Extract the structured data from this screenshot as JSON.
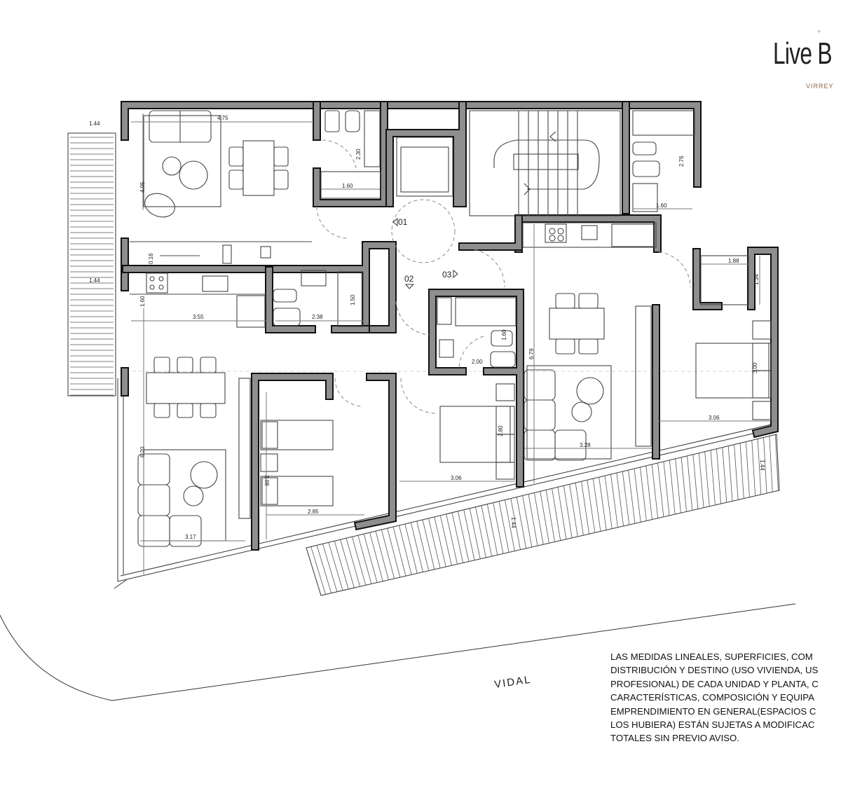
{
  "logo": {
    "text": "Live B",
    "subtitle": "VIRREY",
    "accent_color": "#b08a6a"
  },
  "street": {
    "name": "VIDAL"
  },
  "markers": {
    "m01": "01",
    "m02": "02",
    "m03": "03"
  },
  "dimensions": {
    "balcony_left_top": "1.44",
    "living_width": "4.75",
    "living_depth": "4.05",
    "bath1_depth": "2.30",
    "bath1_width": "1.60",
    "bath_right_depth": "2.76",
    "bath_right_width": "1.60",
    "counter_gap": "0.16",
    "balcony_left_mid": "1.44",
    "kitchen2_depth": "1.60",
    "kitchen2_width": "3.55",
    "bath2_width": "2.38",
    "bath2_depth": "1.50",
    "bath3_depth": "1.60",
    "bath3_width": "2.00",
    "living3_depth": "6.79",
    "laundry_width": "1.88",
    "laundry_depth": "1.34",
    "bedroom3_depth": "3.00",
    "bedroom3_width": "3.06",
    "living3_width": "3.28",
    "bedroom2_depth": "2.80",
    "bedroom2_width": "3.06",
    "living2_depth": "6.20",
    "bedroom1_depth": "3.98",
    "bedroom1_width": "2.85",
    "living2_width": "3.17",
    "balcony_right": "1.44",
    "balcony_bottom": "1.44"
  },
  "disclaimer": [
    "LAS MEDIDAS LINEALES, SUPERFICIES, COM",
    "DISTRIBUCIÓN Y DESTINO (USO VIVIENDA, US",
    "PROFESIONAL) DE CADA UNIDAD Y PLANTA, C",
    "CARACTERÍSTICAS, COMPOSICIÓN Y EQUIPA",
    "EMPRENDIMIENTO EN GENERAL(ESPACIOS C",
    "LOS HUBIERA) ESTÁN SUJETAS A MODIFICAC",
    "TOTALES SIN PREVIO AVISO."
  ]
}
